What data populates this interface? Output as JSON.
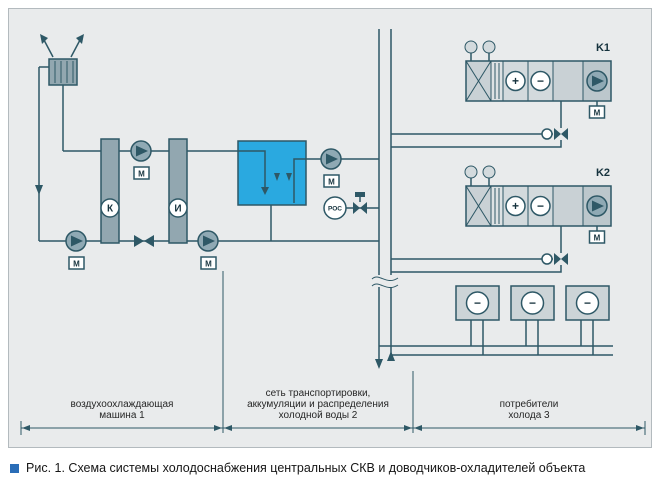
{
  "colors": {
    "line": "#2e5866",
    "background": "#e9ebec",
    "tank": "#2aa9e0",
    "bullet": "#2a6db7"
  },
  "labels": {
    "condenser": "К",
    "evaporator": "И",
    "motor": "M",
    "ros": "РОС",
    "unit1": "K1",
    "unit2": "K2",
    "plus": "+",
    "minus": "−"
  },
  "sections": {
    "zone1": [
      "воздухоохлаждающая",
      "машина 1"
    ],
    "zone2": [
      "сеть транспортировки,",
      "аккумуляции и распределения",
      "холодной воды 2"
    ],
    "zone3": [
      "потребители",
      "холода 3"
    ]
  },
  "caption": "Рис. 1. Схема системы холодоснабжения центральных СКВ и доводчиков-охладителей объекта"
}
